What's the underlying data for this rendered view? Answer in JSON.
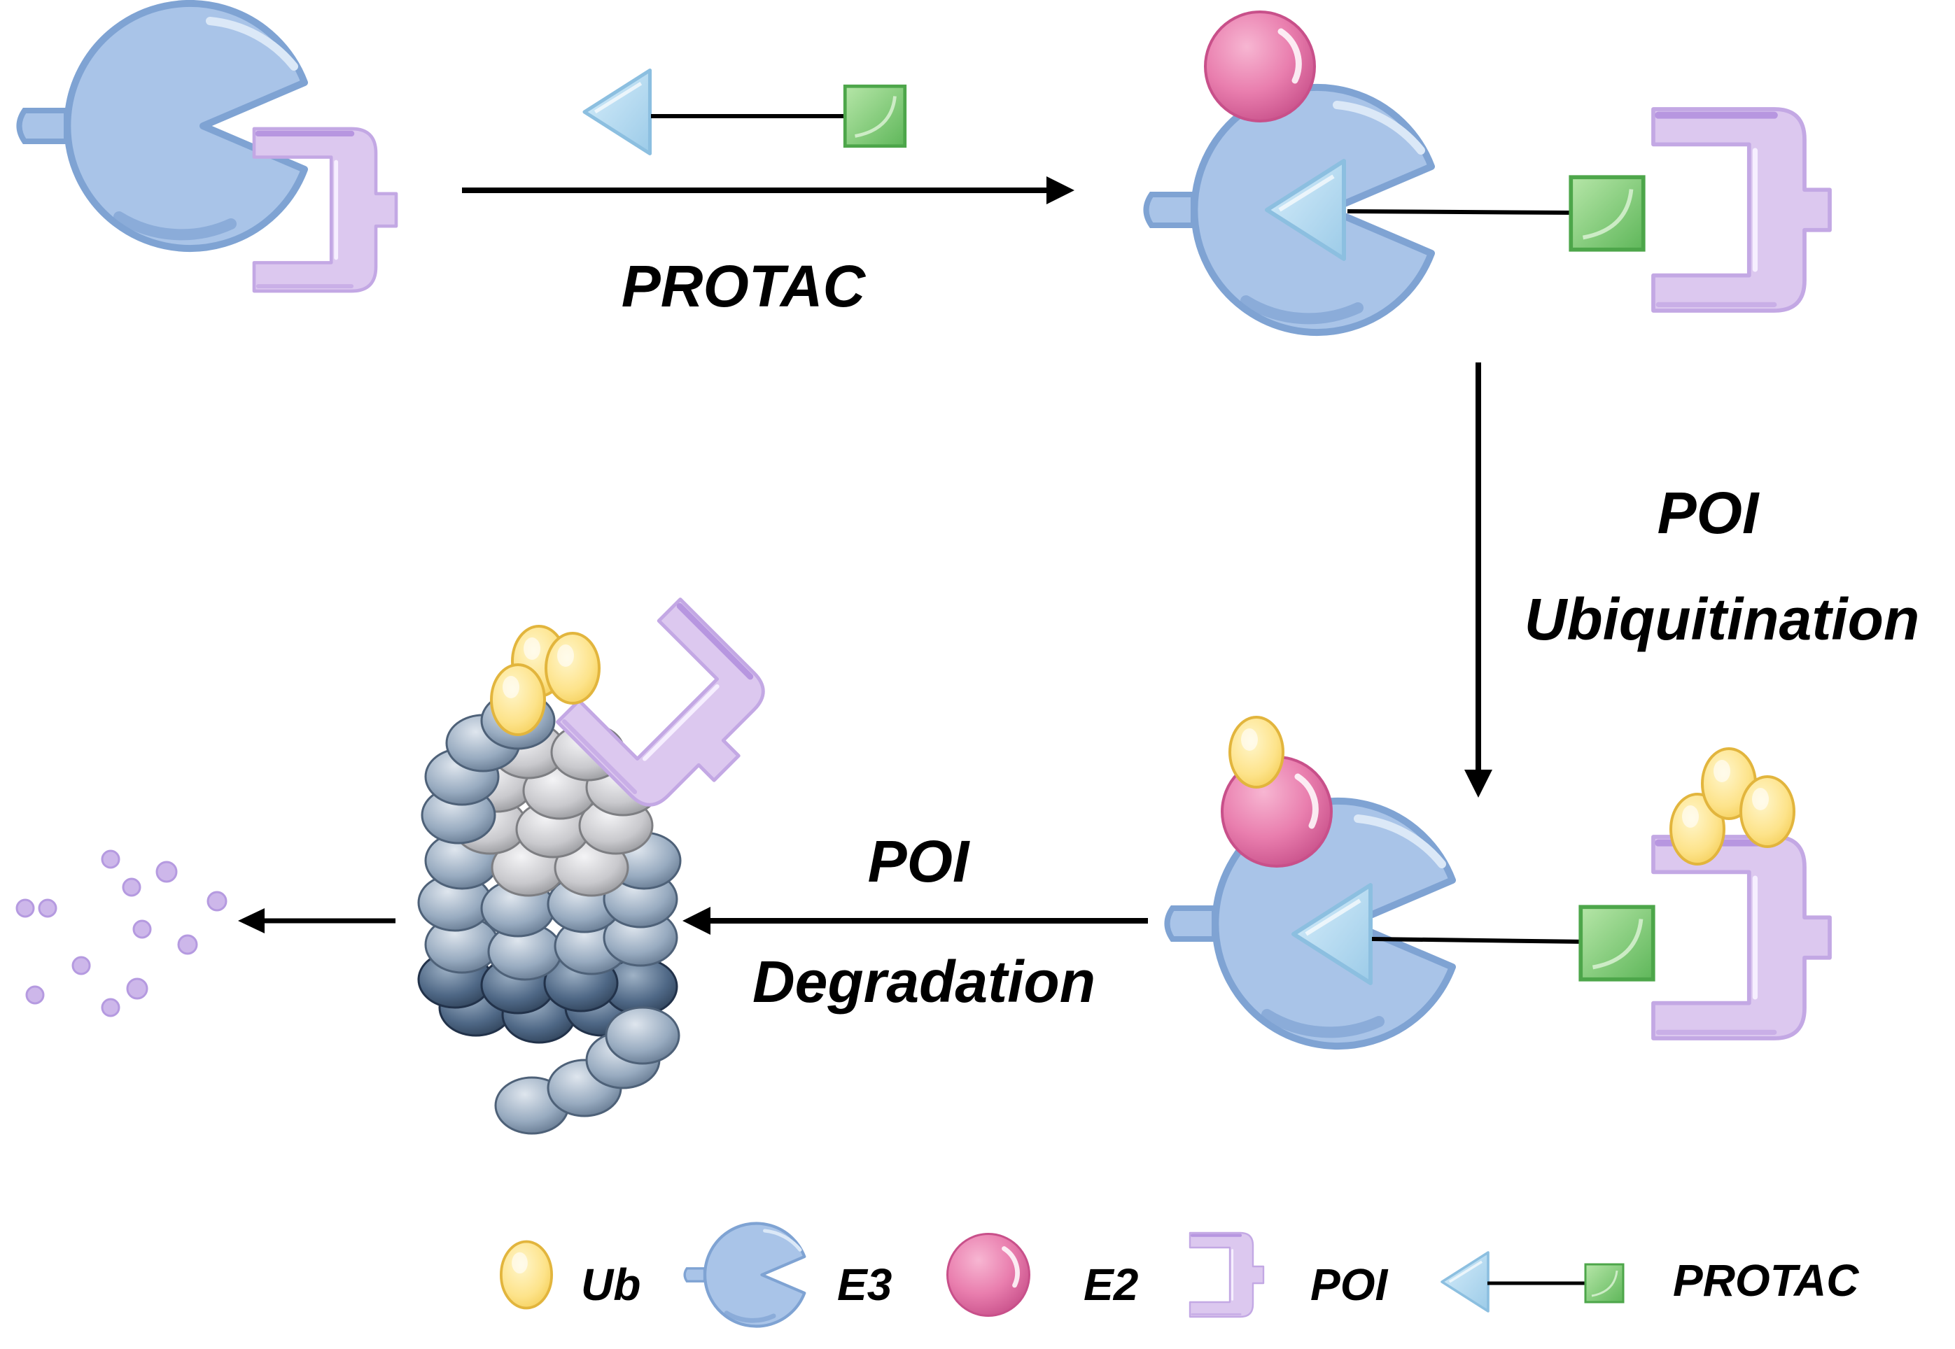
{
  "steps": {
    "protac_label": "PROTAC",
    "ubiquitination_line1": "POI",
    "ubiquitination_line2": "Ubiquitination",
    "degradation_line1": "POI",
    "degradation_line2": "Degradation"
  },
  "legend": {
    "ub": "Ub",
    "e3": "E3",
    "e2": "E2",
    "poi": "POI",
    "protac": "PROTAC"
  },
  "colors": {
    "e3": "#a9c4e8",
    "e2": "#e97eae",
    "poi": "#dcc8ef",
    "ub": "#fde38a",
    "protac_triangle": "#b9ddf3",
    "protac_square": "#8cd27e",
    "proteasome_light": "#cfcfd3",
    "proteasome_dark": "#3d5673",
    "fragments": "#cdb7ea"
  }
}
